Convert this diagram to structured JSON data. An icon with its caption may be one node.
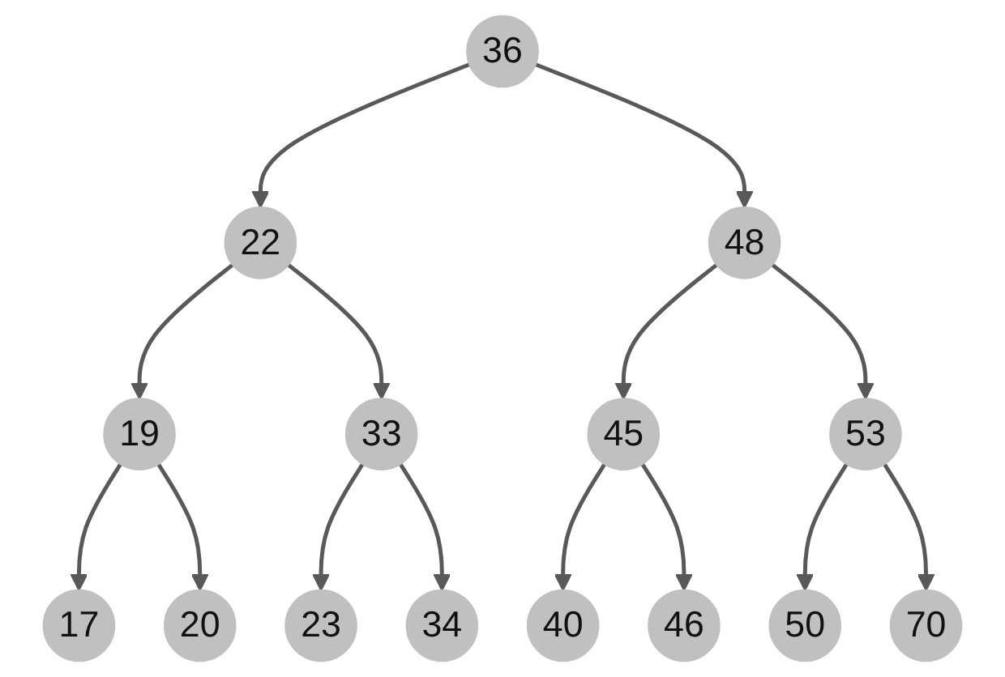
{
  "diagram": {
    "nodes": [
      {
        "text": [
          "36"
        ]
      },
      {
        "text": [
          "22"
        ]
      },
      {
        "text": [
          "48"
        ]
      },
      {
        "text": [
          "19"
        ]
      },
      {
        "text": [
          "33"
        ]
      },
      {
        "text": [
          "45"
        ]
      },
      {
        "text": [
          "53"
        ]
      },
      {
        "text": [
          "17"
        ]
      },
      {
        "text": [
          "20"
        ]
      },
      {
        "text": [
          "23"
        ]
      },
      {
        "text": [
          "34"
        ]
      },
      {
        "text": [
          "40"
        ]
      },
      {
        "text": [
          "46"
        ]
      },
      {
        "text": [
          "50"
        ]
      },
      {
        "text": [
          "70"
        ]
      }
    ],
    "edges": [
      {
        "from": 0,
        "to": 1,
        "arrow": "to"
      },
      {
        "from": 0,
        "to": 2,
        "arrow": "to"
      },
      {
        "from": 1,
        "to": 3,
        "arrow": "to"
      },
      {
        "from": 1,
        "to": 4,
        "arrow": "to"
      },
      {
        "from": 2,
        "to": 5,
        "arrow": "to"
      },
      {
        "from": 2,
        "to": 6,
        "arrow": "to"
      },
      {
        "from": 3,
        "to": 7,
        "arrow": "to"
      },
      {
        "from": 3,
        "to": 8,
        "arrow": "to"
      },
      {
        "from": 4,
        "to": 9,
        "arrow": "to"
      },
      {
        "from": 4,
        "to": 10,
        "arrow": "to"
      },
      {
        "from": 5,
        "to": 11,
        "arrow": "to"
      },
      {
        "from": 5,
        "to": 12,
        "arrow": "to"
      },
      {
        "from": 6,
        "to": 13,
        "arrow": "to"
      },
      {
        "from": 6,
        "to": 14,
        "arrow": "to"
      }
    ]
  }
}
